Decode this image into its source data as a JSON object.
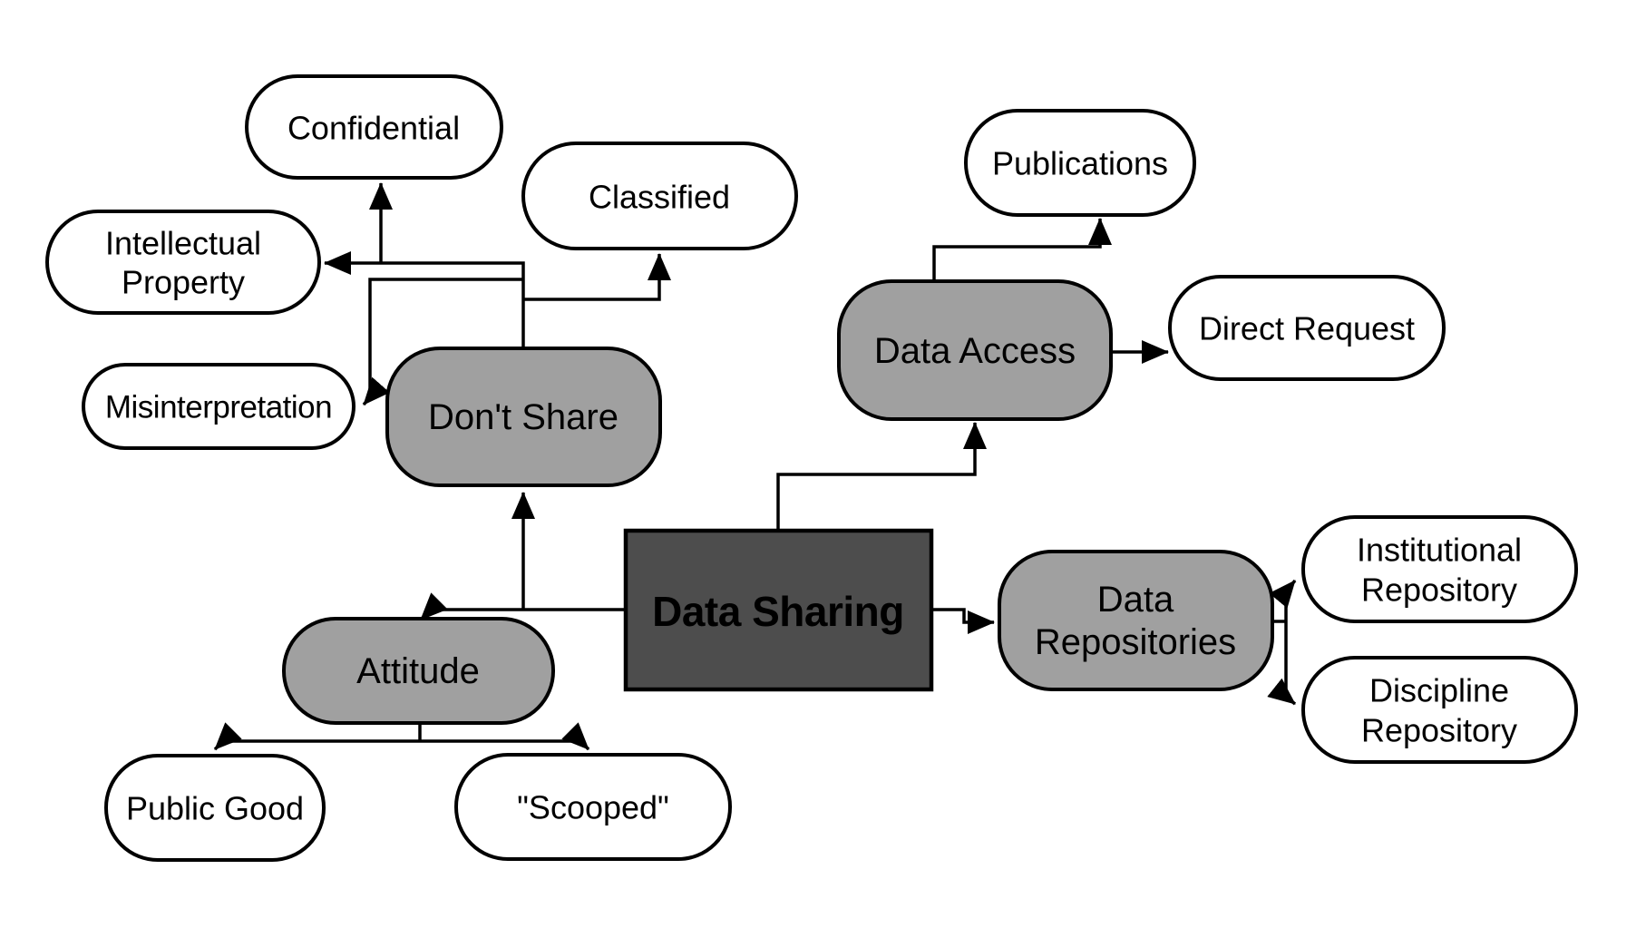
{
  "diagram": {
    "type": "concept-map",
    "background": "#ffffff",
    "palette": {
      "leaf_fill": "#ffffff",
      "hub_fill": "#a0a0a0",
      "center_fill": "#4d4d4d",
      "stroke": "#000000",
      "text": "#000000"
    },
    "center": {
      "label": "Data Sharing"
    },
    "nodes": {
      "confidential": {
        "label": "Confidential"
      },
      "classified": {
        "label": "Classified"
      },
      "intellectual_property": {
        "lines": [
          "Intellectual",
          "Property"
        ]
      },
      "misinterpretation": {
        "label": "Misinterpretation"
      },
      "dont_share": {
        "label": "Don't Share"
      },
      "attitude": {
        "label": "Attitude"
      },
      "public_good": {
        "label": "Public Good"
      },
      "scooped": {
        "label": "\"Scooped\""
      },
      "data_access": {
        "label": "Data Access"
      },
      "publications": {
        "label": "Publications"
      },
      "direct_request": {
        "label": "Direct Request"
      },
      "data_repositories": {
        "lines": [
          "Data",
          "Repositories"
        ]
      },
      "institutional_repository": {
        "lines": [
          "Institutional",
          "Repository"
        ]
      },
      "discipline_repository": {
        "lines": [
          "Discipline",
          "Repository"
        ]
      }
    },
    "edges": [
      {
        "from": "data_sharing",
        "to": "dont_share"
      },
      {
        "from": "data_sharing",
        "to": "attitude"
      },
      {
        "from": "data_sharing",
        "to": "data_access"
      },
      {
        "from": "data_sharing",
        "to": "data_repositories"
      },
      {
        "from": "dont_share",
        "to": "confidential"
      },
      {
        "from": "dont_share",
        "to": "classified"
      },
      {
        "from": "dont_share",
        "to": "intellectual_property"
      },
      {
        "from": "dont_share",
        "to": "misinterpretation"
      },
      {
        "from": "attitude",
        "to": "public_good"
      },
      {
        "from": "attitude",
        "to": "scooped"
      },
      {
        "from": "data_access",
        "to": "publications"
      },
      {
        "from": "data_access",
        "to": "direct_request"
      },
      {
        "from": "data_repositories",
        "to": "institutional_repository"
      },
      {
        "from": "data_repositories",
        "to": "discipline_repository"
      }
    ]
  }
}
